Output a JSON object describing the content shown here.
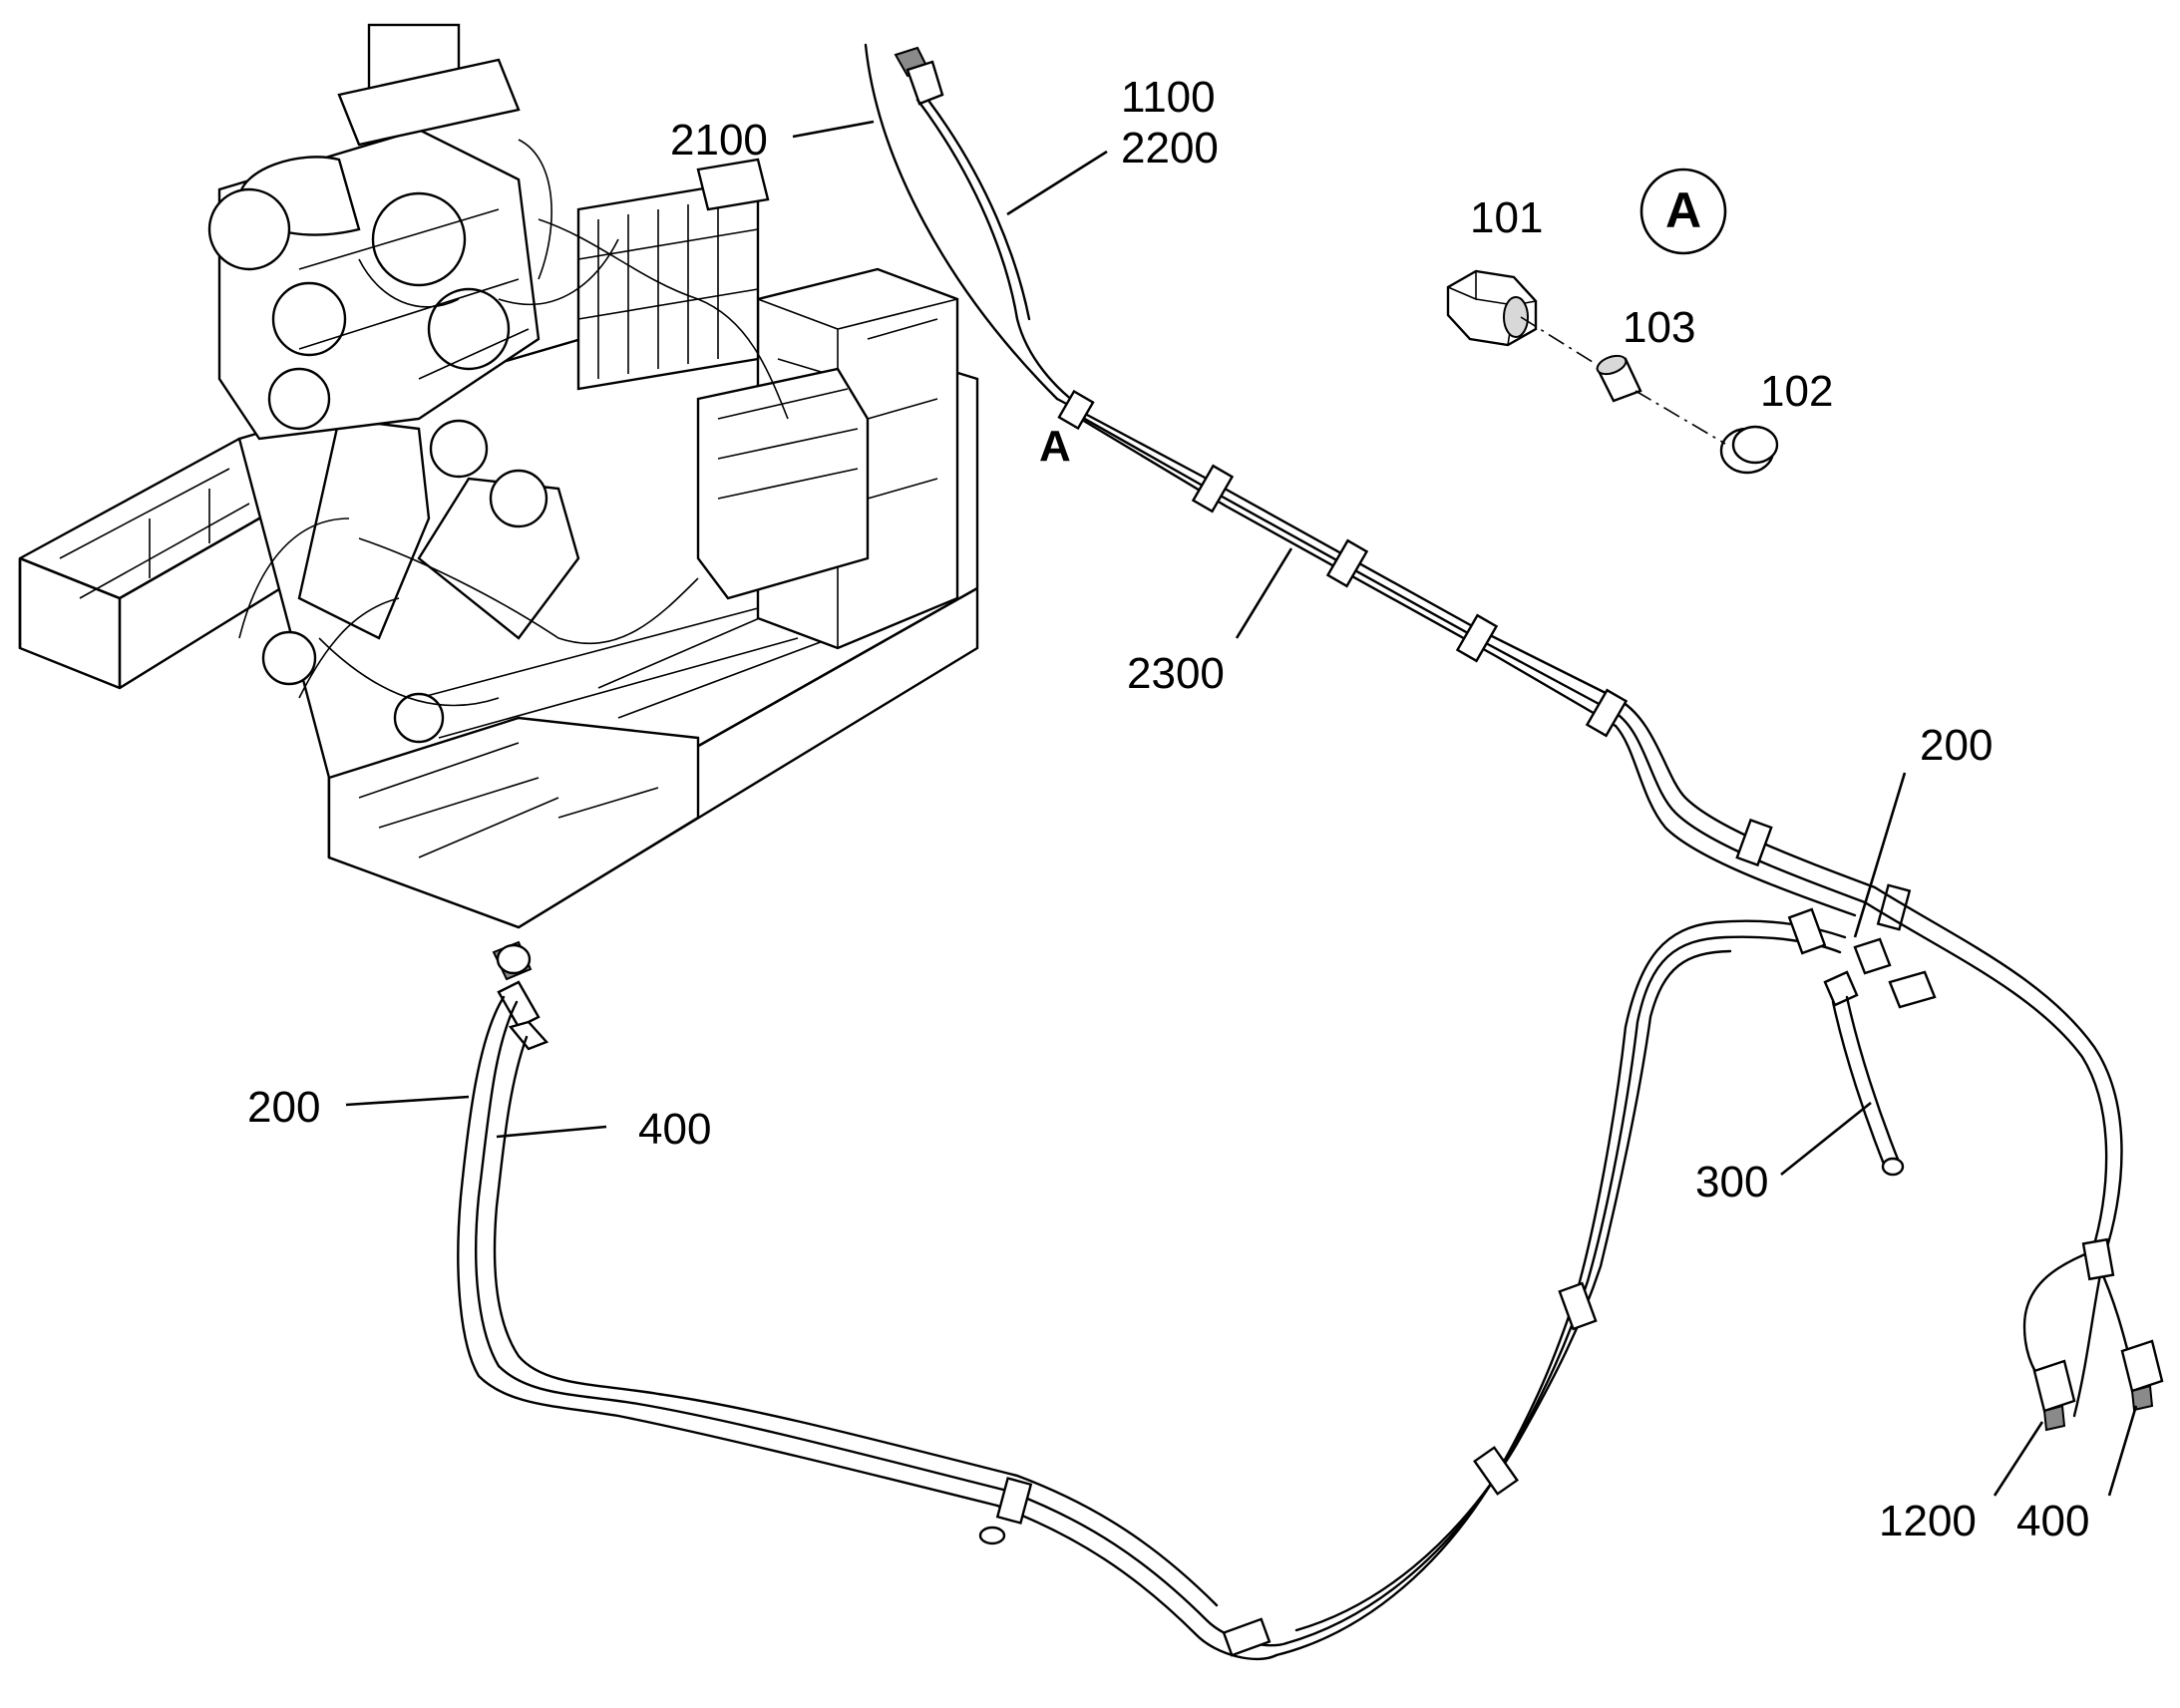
{
  "callouts": {
    "c2100": "2100",
    "c1100": "1100",
    "c2200": "2200",
    "c101": "101",
    "c103": "103",
    "c102": "102",
    "c2300": "2300",
    "c200_top": "200",
    "c200_left": "200",
    "c400_left": "400",
    "c300": "300",
    "c1200": "1200",
    "c400_bottom": "400"
  },
  "detail": {
    "marker_letter": "A",
    "view_letter": "A"
  }
}
